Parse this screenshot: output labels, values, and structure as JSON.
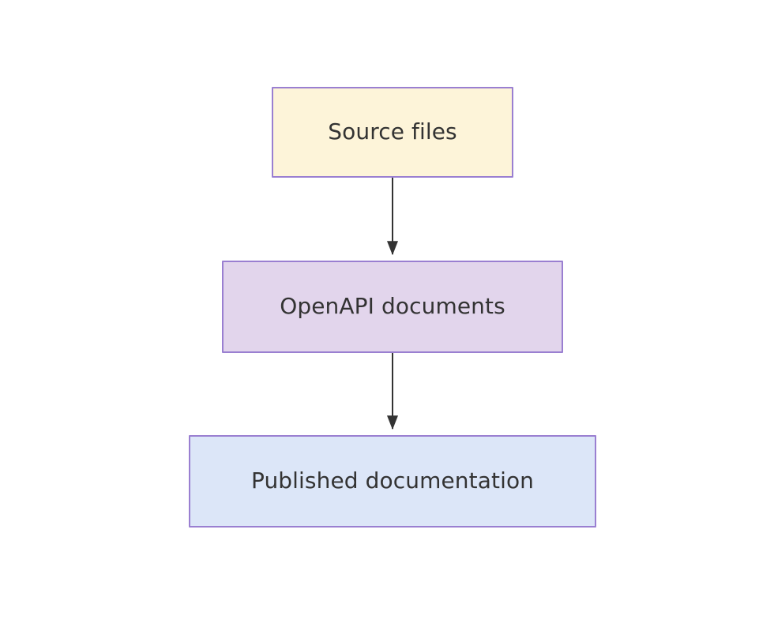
{
  "diagram": {
    "type": "flowchart",
    "direction": "top-to-bottom",
    "background_color": "#ffffff",
    "nodes": [
      {
        "id": "source-files",
        "label": "Source files",
        "fill_color": "#fdf4d9",
        "border_color": "#9a7fd1",
        "text_color": "#333333"
      },
      {
        "id": "openapi-documents",
        "label": "OpenAPI documents",
        "fill_color": "#e2d5ec",
        "border_color": "#9a7fd1",
        "text_color": "#333333"
      },
      {
        "id": "published-documentation",
        "label": "Published documentation",
        "fill_color": "#dce6f8",
        "border_color": "#9a7fd1",
        "text_color": "#333333"
      }
    ],
    "edges": [
      {
        "id": "edge-source-to-openapi",
        "from": "source-files",
        "to": "openapi-documents",
        "label": "",
        "arrowhead": "solid-triangle",
        "color": "#333333"
      },
      {
        "id": "edge-openapi-to-published",
        "from": "openapi-documents",
        "to": "published-documentation",
        "label": "",
        "arrowhead": "solid-triangle",
        "color": "#333333"
      }
    ]
  }
}
